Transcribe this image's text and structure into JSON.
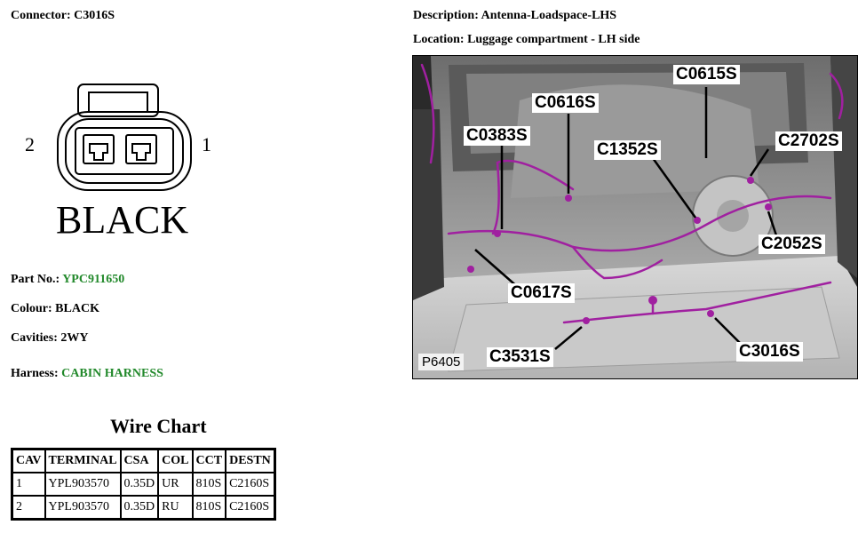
{
  "connector": {
    "label": "Connector:",
    "value": "C3016S"
  },
  "description": {
    "label": "Description:",
    "value": "Antenna-Loadspace-LHS"
  },
  "location": {
    "label": "Location:",
    "value": "Luggage compartment - LH side"
  },
  "diagram": {
    "pin_left": "2",
    "pin_right": "1",
    "colour_text": "BLACK"
  },
  "part_no": {
    "label": "Part No.:",
    "value": "YPC911650"
  },
  "colour": {
    "label": "Colour:",
    "value": "BLACK"
  },
  "cavities": {
    "label": "Cavities:",
    "value": "2WY"
  },
  "harness": {
    "label": "Harness:",
    "value": "CABIN HARNESS"
  },
  "wire_chart": {
    "title": "Wire Chart",
    "headers": [
      "CAV",
      "TERMINAL",
      "CSA",
      "COL",
      "CCT",
      "DESTN"
    ],
    "rows": [
      [
        "1",
        "YPL903570",
        "0.35D",
        "UR",
        "810S",
        "C2160S"
      ],
      [
        "2",
        "YPL903570",
        "0.35D",
        "RU",
        "810S",
        "C2160S"
      ]
    ]
  },
  "photo": {
    "id": "P6405",
    "callouts": [
      "C0615S",
      "C0616S",
      "C0383S",
      "C1352S",
      "C2702S",
      "C2052S",
      "C0617S",
      "C3531S",
      "C3016S"
    ]
  },
  "colors": {
    "accent_green": "#22892b",
    "harness_purple": "#a020a0"
  }
}
